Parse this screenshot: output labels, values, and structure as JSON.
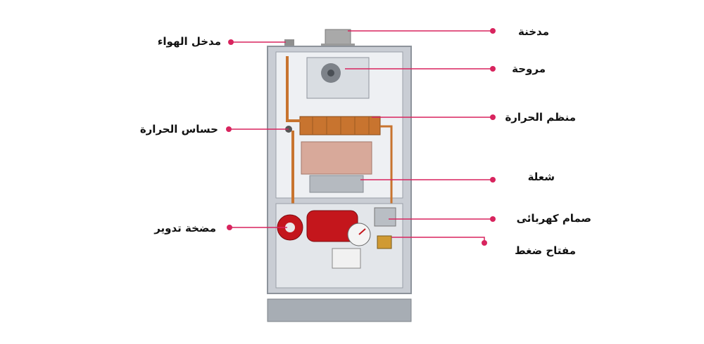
{
  "colors": {
    "accent": "#d8245e",
    "casing": "#c9cdd4",
    "frame": "#eef0f3",
    "copper": "#c8742f",
    "red_unit": "#c4161c"
  },
  "labels": {
    "chimney": "مدخنة",
    "fan": "مروحة",
    "thermostat": "منظم الحرارة",
    "flame": "شعلة",
    "solenoid_valve": "صمام كهربائى",
    "pressure_switch": "مفتاح ضغط",
    "air_inlet": "مدخل الهواء",
    "temperature_sensor": "حساس الحرارة",
    "circulation_pump": "مضخة تدوير"
  }
}
